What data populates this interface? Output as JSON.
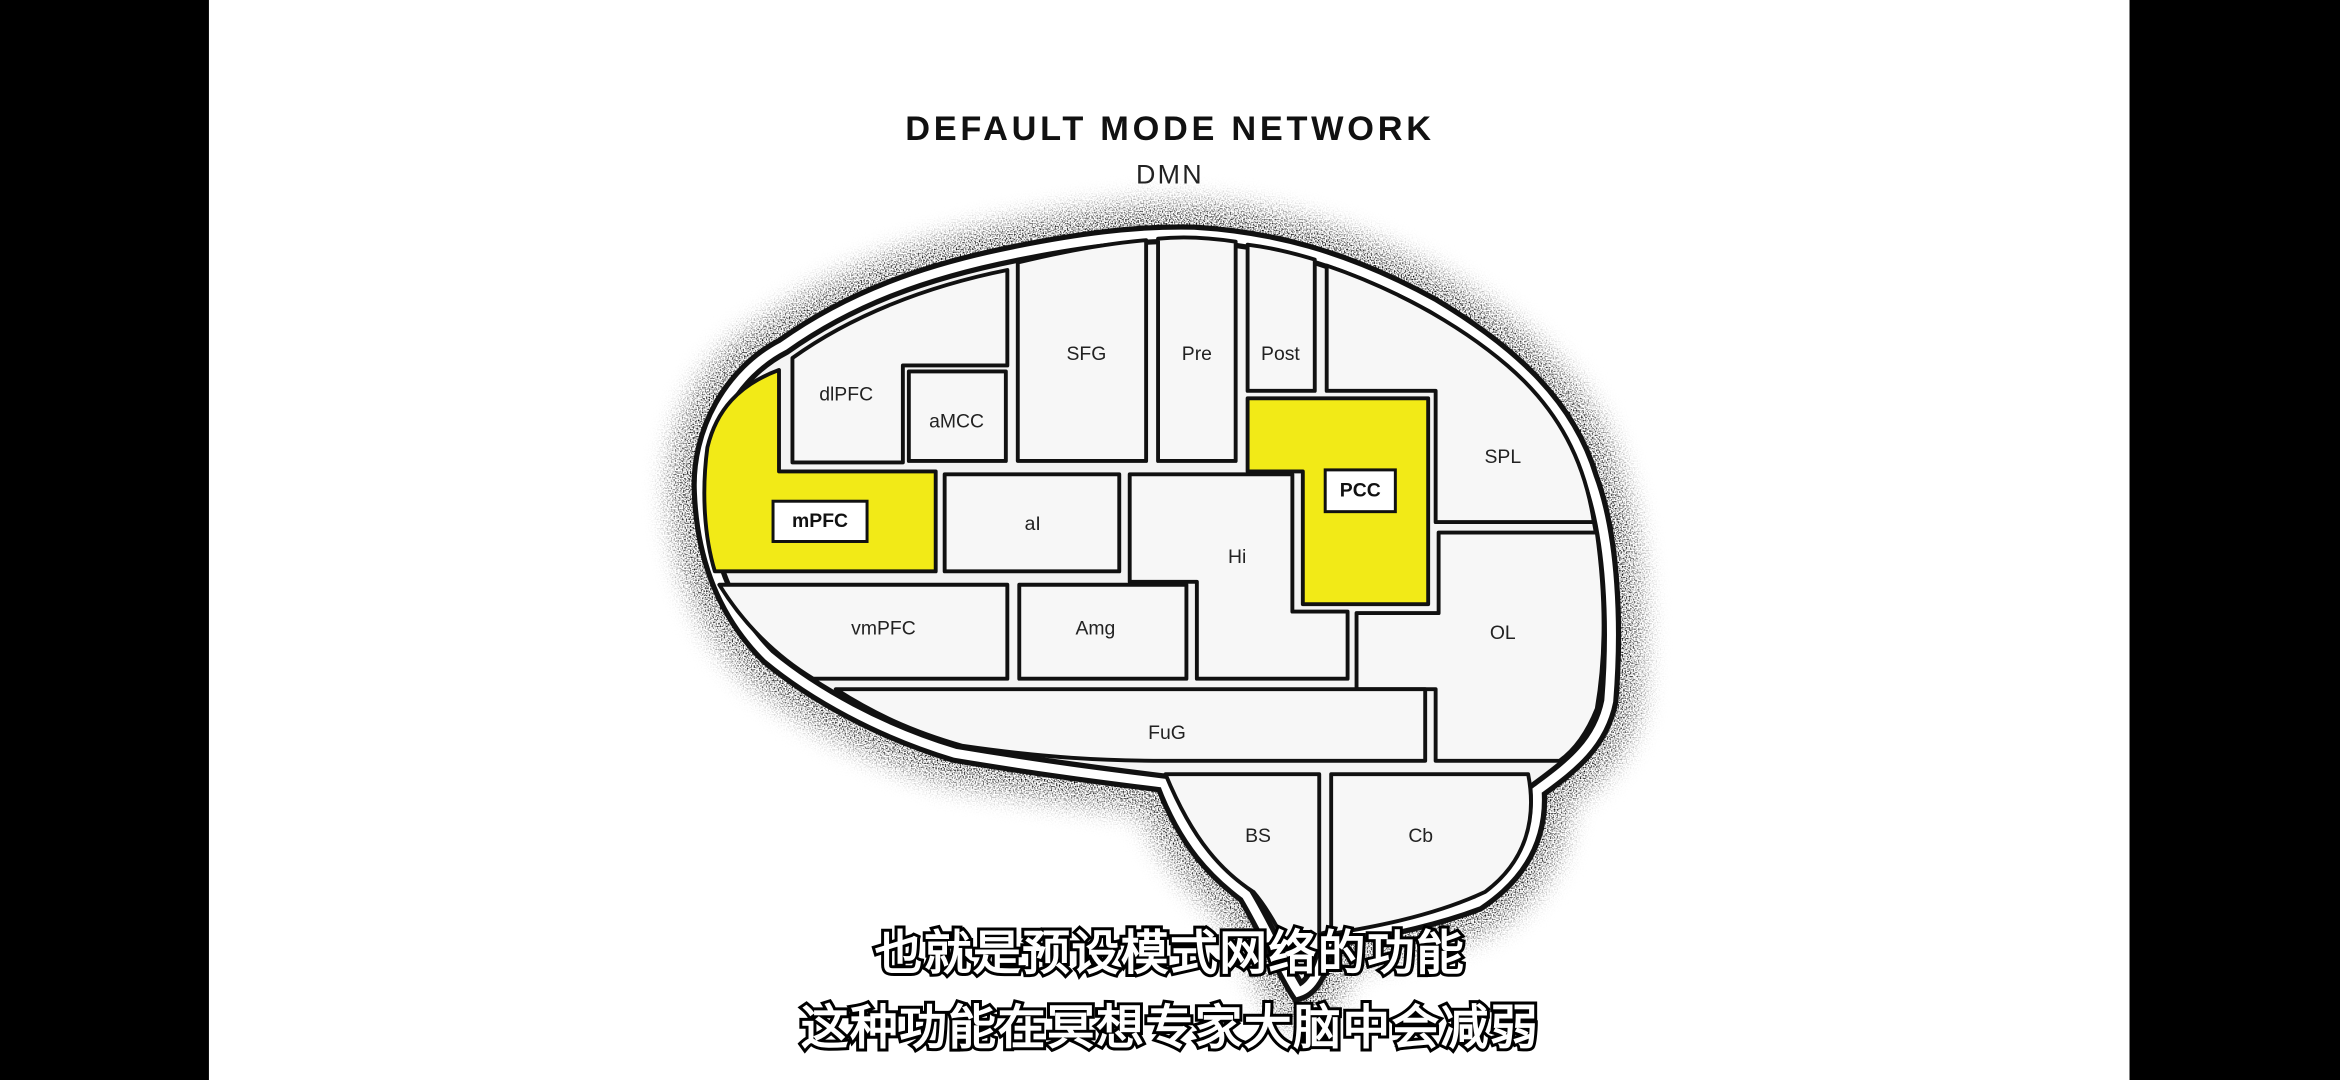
{
  "colors": {
    "highlight": "#f2ea17",
    "region": "#f7f7f7",
    "background": "#ffffff",
    "letterbox": "#000000"
  },
  "header": {
    "title": "DEFAULT MODE NETWORK",
    "subtitle": "DMN"
  },
  "regions": {
    "dlPFC": "dlPFC",
    "aMCC": "aMCC",
    "SFG": "SFG",
    "Pre": "Pre",
    "Post": "Post",
    "SPL": "SPL",
    "PCC": "PCC",
    "mPFC": "mPFC",
    "aI": "aI",
    "Hi": "Hi",
    "vmPFC": "vmPFC",
    "Amg": "Amg",
    "OL": "OL",
    "FuG": "FuG",
    "BS": "BS",
    "Cb": "Cb"
  },
  "highlighted": [
    "mPFC",
    "PCC"
  ],
  "captions": {
    "line1": "也就是预设模式网络的功能",
    "line2": "这种功能在冥想专家大脑中会减弱"
  }
}
